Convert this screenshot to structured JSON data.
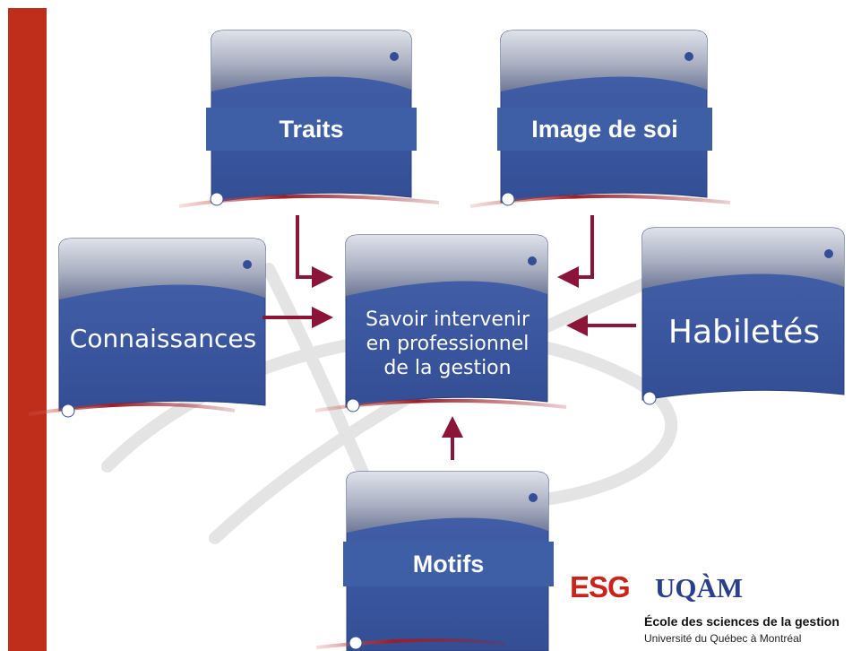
{
  "diagram": {
    "center": {
      "lines": [
        "Savoir intervenir",
        "en professionnel",
        "de la gestion"
      ]
    },
    "top_left": {
      "label": "Traits"
    },
    "top_right": {
      "label": "Image de soi"
    },
    "left": {
      "label": "Connaissances"
    },
    "right": {
      "label": "Habiletés"
    },
    "bottom": {
      "label": "Motifs"
    }
  },
  "logo": {
    "esg": "ESG",
    "uqam": "UQÀM",
    "line1": "École des sciences de la gestion",
    "line2": "Université du Québec à Montréal"
  },
  "colors": {
    "accent_bar": "#bf2e1a",
    "card_body": "#3e5ea6",
    "arrow": "#8a1538"
  }
}
